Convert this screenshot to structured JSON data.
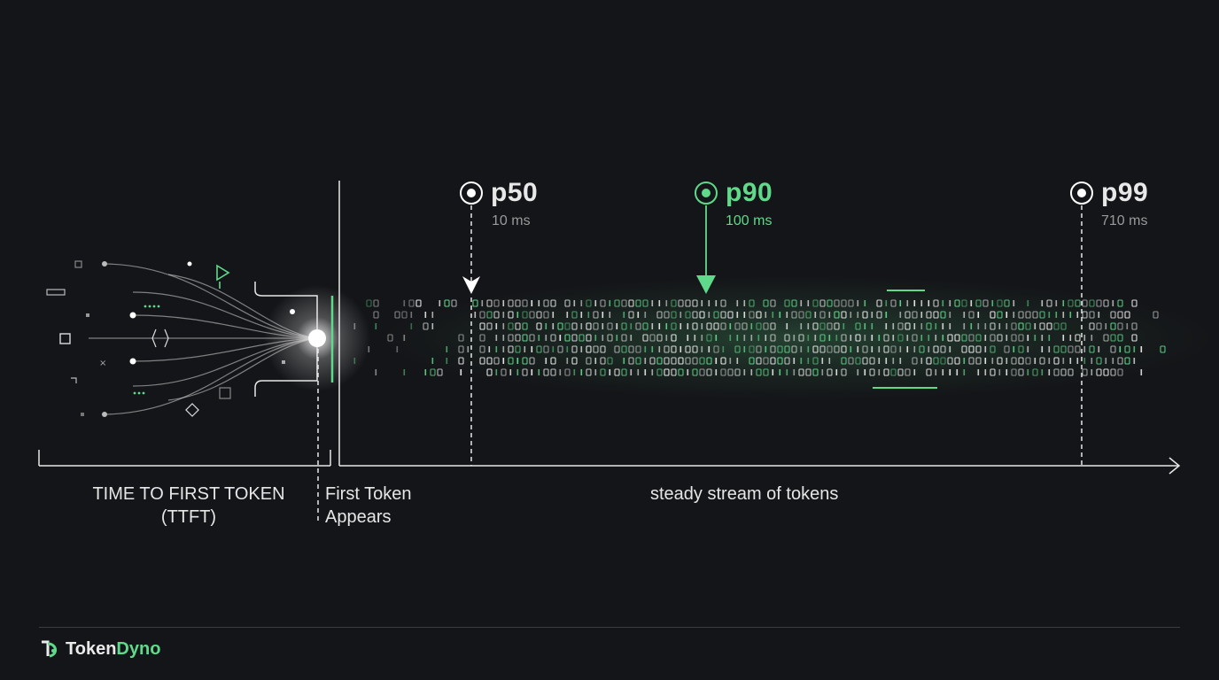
{
  "markers": [
    {
      "name": "p50",
      "value": "10 ms"
    },
    {
      "name": "p90",
      "value": "100 ms"
    },
    {
      "name": "p99",
      "value": "710 ms"
    }
  ],
  "labels": {
    "ttft_line1": "TIME TO FIRST TOKEN",
    "ttft_line2": "(TTFT)",
    "first_token_line1": "First Token",
    "first_token_line2": "Appears",
    "stream": "steady stream of tokens"
  },
  "brand": {
    "part1": "Token",
    "part2": "Dyno"
  },
  "colors": {
    "background": "#141518",
    "accent_green": "#5fd98a",
    "line_white": "#e8e8e8",
    "muted_text": "#9a9a9a"
  }
}
